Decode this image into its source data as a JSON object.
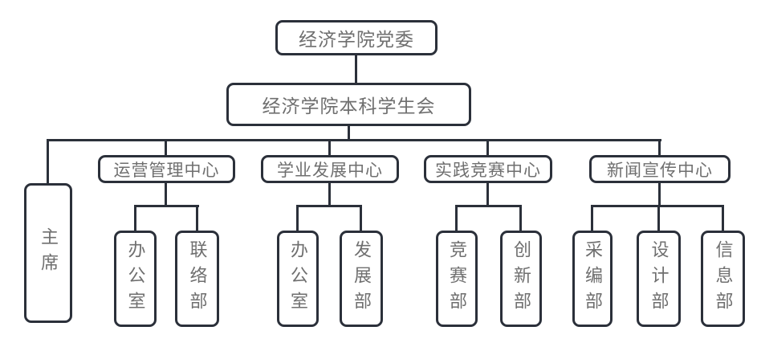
{
  "org": {
    "root": {
      "label": "经济学院党委"
    },
    "council": {
      "label": "经济学院本科学生会"
    },
    "chairman": {
      "label": "主席"
    },
    "centers": [
      {
        "label": "运营管理中心",
        "departments": [
          {
            "label": "办公室"
          },
          {
            "label": "联络部"
          }
        ]
      },
      {
        "label": "学业发展中心",
        "departments": [
          {
            "label": "办公室"
          },
          {
            "label": "发展部"
          }
        ]
      },
      {
        "label": "实践竞赛中心",
        "departments": [
          {
            "label": "竞赛部"
          },
          {
            "label": "创新部"
          }
        ]
      },
      {
        "label": "新闻宣传中心",
        "departments": [
          {
            "label": "采编部"
          },
          {
            "label": "设计部"
          },
          {
            "label": "信息部"
          }
        ]
      }
    ],
    "colors": {
      "line": "#2b303a",
      "text": "#6f6f6f",
      "background": "#ffffff"
    }
  }
}
